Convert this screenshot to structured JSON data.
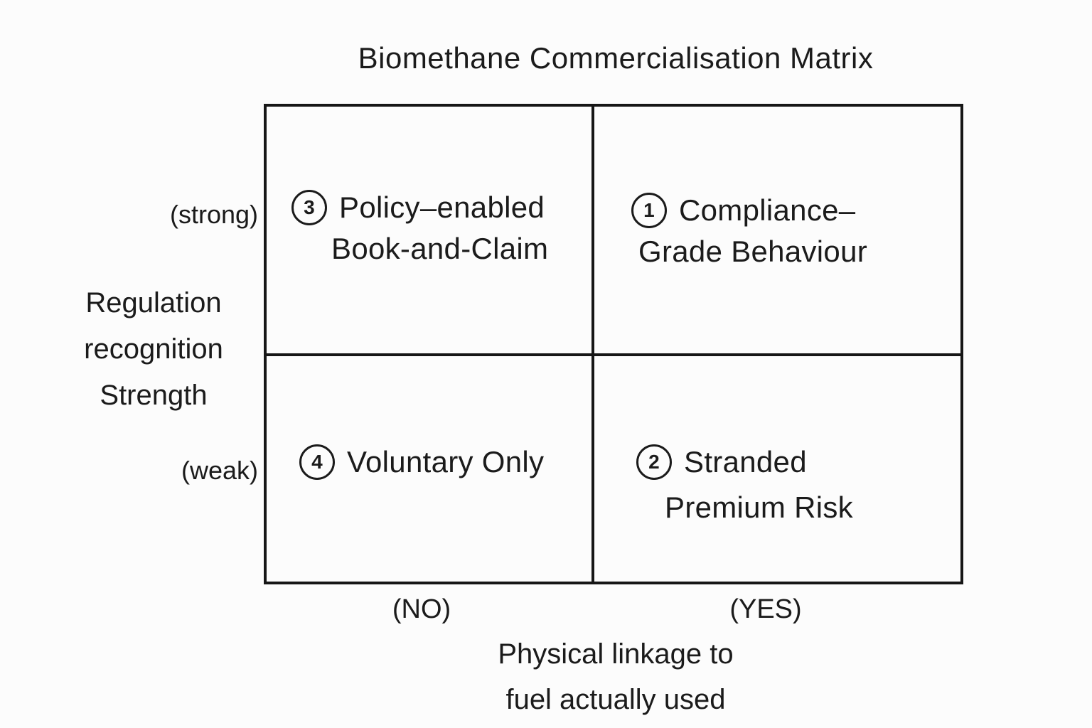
{
  "title": "Biomethane Commercialisation Matrix",
  "y_axis": {
    "strong_label": "(strong)",
    "name_line1": "Regulation",
    "name_line2": "recognition",
    "name_line3": "Strength",
    "weak_label": "(weak)"
  },
  "x_axis": {
    "no_label": "(NO)",
    "yes_label": "(YES)",
    "name_line1": "Physical linkage to",
    "name_line2": "fuel actually used"
  },
  "quadrants": {
    "top_left": {
      "number": "3",
      "line1": "Policy–enabled",
      "line2": "Book-and-Claim"
    },
    "top_right": {
      "number": "1",
      "line1": "Compliance–",
      "line2": "Grade Behaviour"
    },
    "bottom_left": {
      "number": "4",
      "line1": "Voluntary Only"
    },
    "bottom_right": {
      "number": "2",
      "line1": "Stranded",
      "line2": "Premium Risk"
    }
  },
  "colors": {
    "line": "#161616",
    "text": "#1b1b1b",
    "background": "#fcfcfc"
  }
}
